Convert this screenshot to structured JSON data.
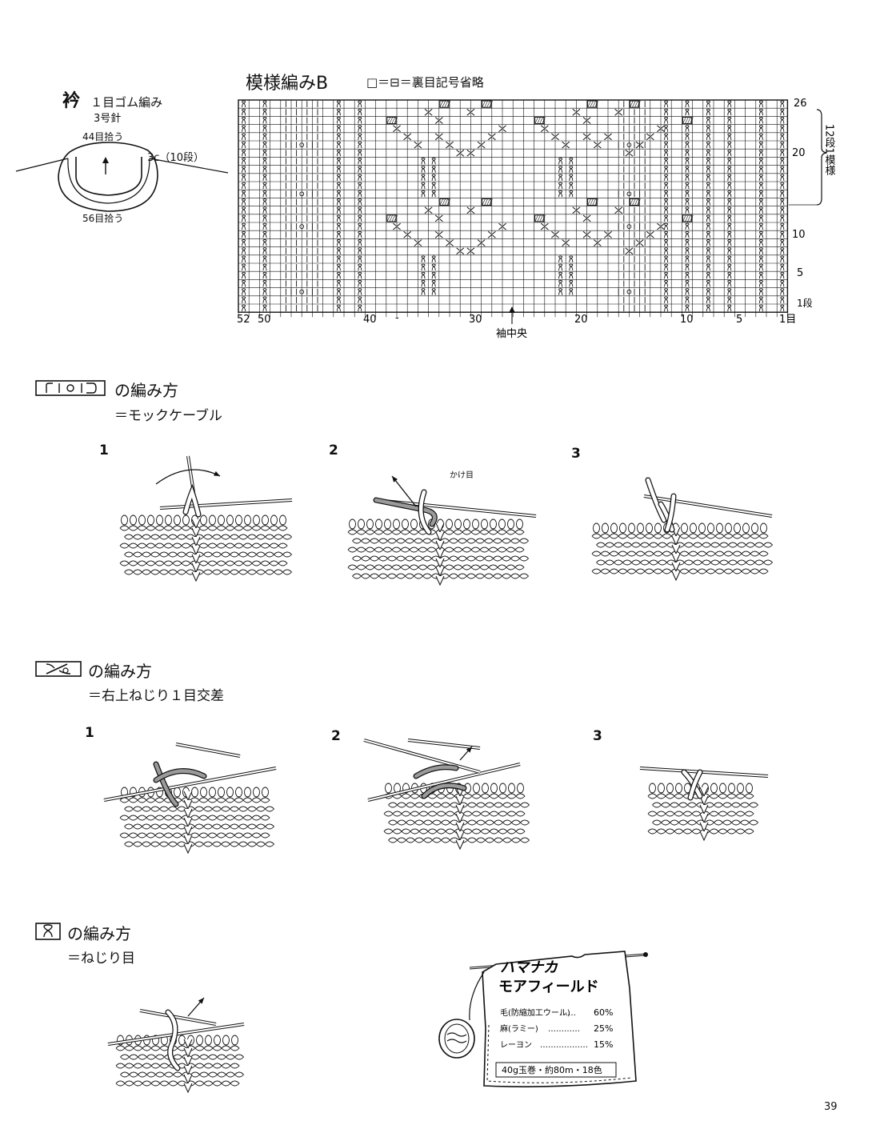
{
  "collar": {
    "heading_char": "衿",
    "heading_text": "１目ゴム編み",
    "needle": "3号針",
    "top_pickup": "44目拾う",
    "depth": "3c（10段）",
    "bottom_pickup": "56目拾う"
  },
  "chart": {
    "title": "模様編みB",
    "legend": "□＝⊟＝裏目記号省略",
    "rows_total": 26,
    "cols_total": 52,
    "row_labels": [
      "26",
      "20",
      "10",
      "5",
      "1段"
    ],
    "col_labels": [
      "52",
      "50",
      "40",
      "-",
      "30",
      "20",
      "10",
      "5",
      "1目"
    ],
    "center_label": "袖中央",
    "repeat_label": "12段1模様"
  },
  "sections": [
    {
      "heading": "の編み方",
      "subtitle": "＝モックケーブル",
      "steps": [
        "1",
        "2",
        "3"
      ],
      "note": "かけ目"
    },
    {
      "heading": "の編み方",
      "subtitle": "＝右上ねじり１目交差",
      "steps": [
        "1",
        "2",
        "3"
      ]
    },
    {
      "heading": "の編み方",
      "subtitle": "＝ねじり目"
    }
  ],
  "yarn_label": {
    "brand": "ハマナカ",
    "product": "モアフィールド",
    "composition": [
      {
        "name": "毛(防縮加工ウール)",
        "pct": "60%"
      },
      {
        "name": "麻(ラミー)",
        "pct": "25%"
      },
      {
        "name": "レーヨン",
        "pct": "15%"
      }
    ],
    "spec": "40g玉巻・約80m・18色"
  },
  "page_number": "39"
}
